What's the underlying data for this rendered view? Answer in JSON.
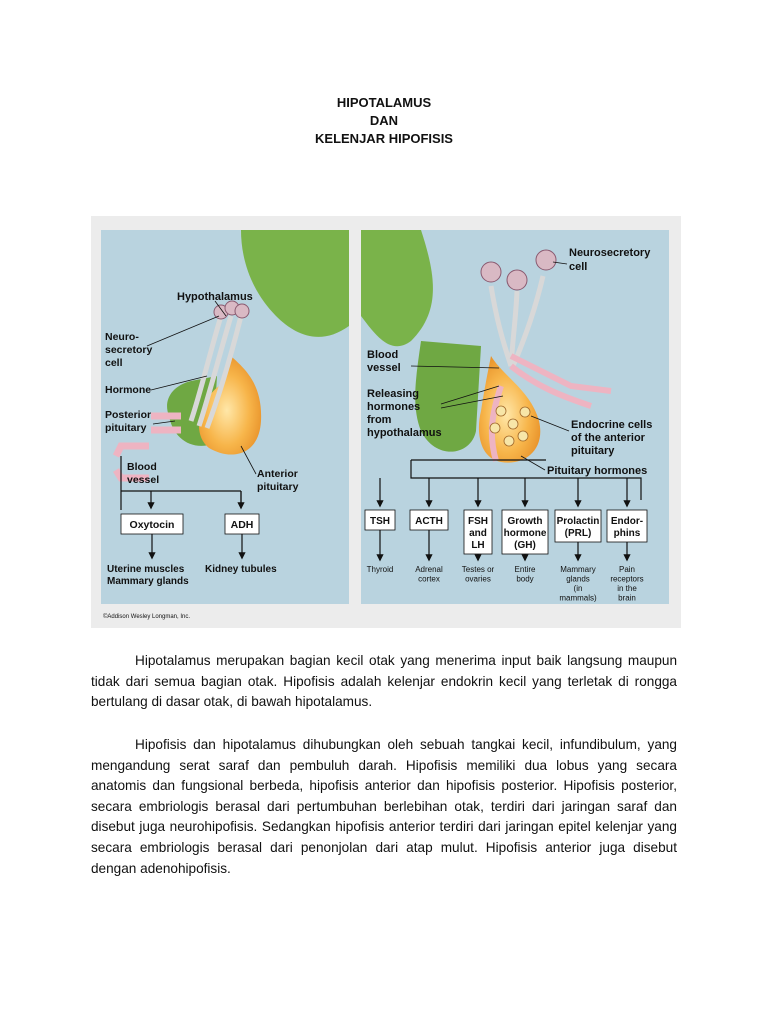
{
  "title": {
    "line1": "HIPOTALAMUS",
    "line2": "DAN",
    "line3": "KELENJAR HIPOFISIS"
  },
  "left_diagram": {
    "hypothalamus": "Hypothalamus",
    "neuro1": "Neuro-",
    "neuro2": "secretory",
    "neuro3": "cell",
    "hormone": "Hormone",
    "posterior1": "Posterior",
    "posterior2": "pituitary",
    "blood1": "Blood",
    "blood2": "vessel",
    "anterior1": "Anterior",
    "anterior2": "pituitary",
    "oxytocin": "Oxytocin",
    "adh": "ADH",
    "uterine": "Uterine muscles",
    "mammary": "Mammary glands",
    "kidney": "Kidney tubules",
    "copyright": "©Addison Wesley Longman, Inc."
  },
  "right_diagram": {
    "neurosecretory1": "Neurosecretory",
    "neurosecretory2": "cell",
    "blood1": "Blood",
    "blood2": "vessel",
    "releasing1": "Releasing",
    "releasing2": "hormones",
    "releasing3": "from",
    "releasing4": "hypothalamus",
    "endocrine1": "Endocrine cells",
    "endocrine2": "of the anterior",
    "endocrine3": "pituitary",
    "pituitary_hormones": "Pituitary hormones",
    "hormones": [
      {
        "name": [
          "TSH"
        ],
        "target": [
          "Thyroid"
        ]
      },
      {
        "name": [
          "ACTH"
        ],
        "target": [
          "Adrenal",
          "cortex"
        ]
      },
      {
        "name": [
          "FSH",
          "and",
          "LH"
        ],
        "target": [
          "Testes or",
          "ovaries"
        ]
      },
      {
        "name": [
          "Growth",
          "hormone",
          "(GH)"
        ],
        "target": [
          "Entire",
          "body"
        ]
      },
      {
        "name": [
          "Prolactin",
          "(PRL)"
        ],
        "target": [
          "Mammary",
          "glands",
          "(in",
          "mammals)"
        ]
      },
      {
        "name": [
          "Endor-",
          "phins"
        ],
        "target": [
          "Pain",
          "receptors",
          "in the",
          "brain"
        ]
      }
    ]
  },
  "paragraphs": {
    "p1": "Hipotalamus merupakan bagian kecil otak yang menerima input baik langsung maupun tidak dari semua bagian otak. Hipofisis adalah kelenjar endokrin kecil yang terletak di rongga bertulang di dasar otak, di bawah hipotalamus.",
    "p2": "Hipofisis dan hipotalamus dihubungkan oleh sebuah tangkai kecil, infundibulum, yang mengandung serat saraf dan pembuluh darah. Hipofisis memiliki dua lobus yang secara anatomis dan fungsional berbeda, hipofisis anterior dan hipofisis posterior. Hipofisis posterior, secara embriologis berasal dari pertumbuhan berlebihan otak, terdiri dari jaringan saraf dan disebut juga neurohipofisis. Sedangkan hipofisis anterior terdiri dari jaringan epitel kelenjar yang secara embriologis berasal dari penonjolan dari atap mulut. Hipofisis anterior juga disebut dengan adenohipofisis."
  },
  "colors": {
    "panel_bg": "#b9d3df",
    "hypothalamus_green": "#7ab34a",
    "pituitary_orange": "#f4a93a",
    "vessel_pink": "#eeb4c2"
  }
}
